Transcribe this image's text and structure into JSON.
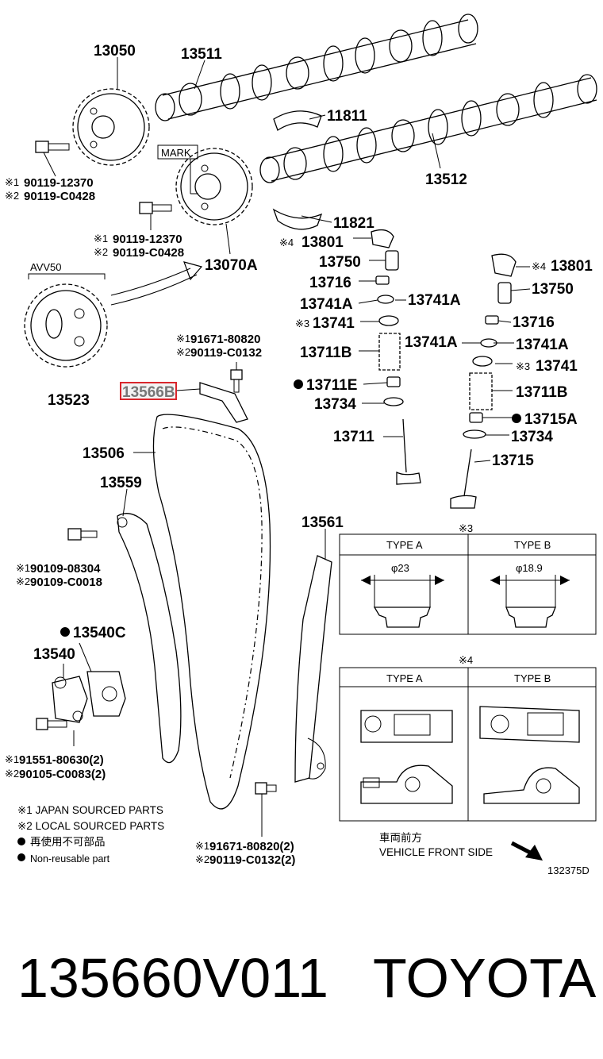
{
  "labels": {
    "l13050": "13050",
    "l13511": "13511",
    "l11811": "11811",
    "l13512": "13512",
    "mark": "MARK",
    "l13070a": "13070A",
    "l11821": "11821",
    "b1a_1": "※1",
    "b1a_2": "90119-12370",
    "b1b_1": "※2",
    "b1b_2": "90119-C0428",
    "b2a_1": "※1",
    "b2a_2": "90119-12370",
    "b2b_1": "※2",
    "b2b_2": "90119-C0428",
    "avv50": "AVV50",
    "l13523": "13523",
    "l13801l_pre": "※4",
    "l13801l": "13801",
    "l13750l": "13750",
    "l13716l": "13716",
    "l13741al": "13741A",
    "l13741al2": "13741A",
    "l13741l_pre": "※3",
    "l13741l": "13741",
    "l13711bl": "13711B",
    "l13711el": "13711E",
    "l13734l": "13734",
    "l13711l": "13711",
    "l13801r_pre": "※4",
    "l13801r": "13801",
    "l13750r": "13750",
    "l13716r": "13716",
    "l13741ar": "13741A",
    "l13741ar2": "13741A",
    "l13741r_pre": "※3",
    "l13741r": "13741",
    "l13711br": "13711B",
    "l13715ar": "13715A",
    "l13734r": "13734",
    "l13715r": "13715",
    "b3a_1": "※1",
    "b3a_2": "91671-80820",
    "b3b_1": "※2",
    "b3b_2": "90119-C0132",
    "l13566b": "13566B",
    "l13506": "13506",
    "l13559": "13559",
    "b4a_1": "※1",
    "b4a_2": "90109-08304",
    "b4b_1": "※2",
    "b4b_2": "90109-C0018",
    "l13540c": "13540C",
    "l13540": "13540",
    "b5a_1": "※1",
    "b5a_2": "91551-80630(2)",
    "b5b_1": "※2",
    "b5b_2": "90105-C0083(2)",
    "l13561": "13561",
    "b6a_1": "※1",
    "b6a_2": "91671-80820(2)",
    "b6b_1": "※2",
    "b6b_2": "90119-C0132(2)"
  },
  "notes": {
    "n1": "※1 JAPAN SOURCED PARTS",
    "n2": "※2 LOCAL SOURCED PARTS",
    "n3": "再使用不可部品",
    "n4": "Non-reusable part"
  },
  "table3": {
    "mark": "※3",
    "typeA": "TYPE A",
    "typeB": "TYPE B",
    "dimA": "φ23",
    "dimB": "φ18.9"
  },
  "table4": {
    "mark": "※4",
    "typeA": "TYPE A",
    "typeB": "TYPE B"
  },
  "direction": {
    "jp": "車両前方",
    "en": "VEHICLE FRONT SIDE"
  },
  "figure_id": "132375D",
  "footer": {
    "part_number": "135660V011",
    "brand": "TOYOTA"
  },
  "colors": {
    "highlight": "#d9262c",
    "highlight_fill": "#f3f3f3"
  }
}
